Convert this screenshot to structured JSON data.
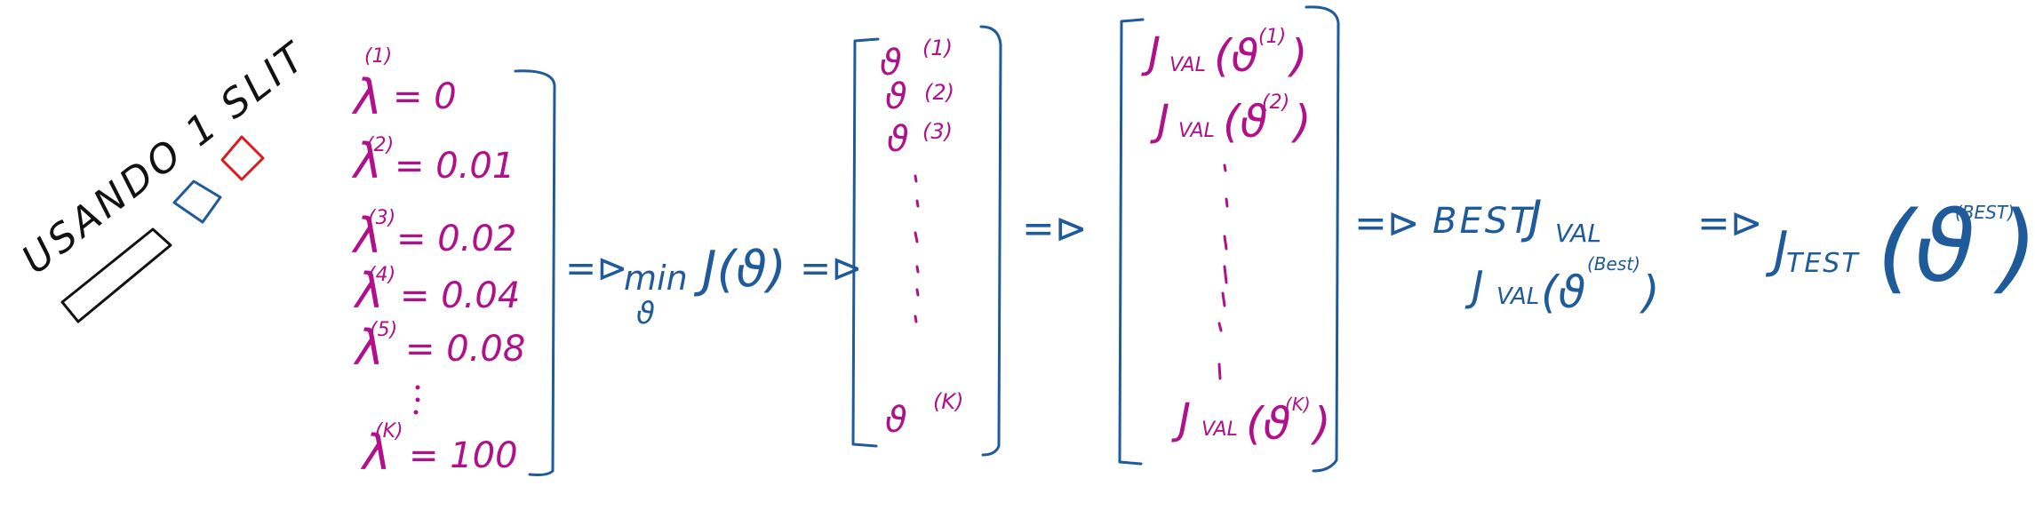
{
  "header": {
    "text": "USANDO 1 SLIT"
  },
  "lambdas": {
    "l1": {
      "sym": "λ",
      "sup": "(1)",
      "val": "= 0"
    },
    "l2": {
      "sym": "λ",
      "sup": "(2)",
      "val": "= 0.01"
    },
    "l3": {
      "sym": "λ",
      "sup": "(3)",
      "val": "= 0.02"
    },
    "l4": {
      "sym": "λ",
      "sup": "(4)",
      "val": "= 0.04"
    },
    "l5": {
      "sym": "λ",
      "sup": "(5)",
      "val": "= 0.08"
    },
    "lk": {
      "sym": "λ",
      "sup": "(K)",
      "val": "= 100"
    }
  },
  "arrow": "=⊳",
  "minimize": {
    "min": "min",
    "var": "ϑ",
    "func": "J(ϑ)"
  },
  "thetas": {
    "t1": {
      "sym": "ϑ",
      "sup": "(1)"
    },
    "t2": {
      "sym": "ϑ",
      "sup": "(2)"
    },
    "t3": {
      "sym": "ϑ",
      "sup": "(3)"
    },
    "tk": {
      "sym": "ϑ",
      "sup": "(K)"
    }
  },
  "jvals": {
    "j1": {
      "fn": "J",
      "sub": "VAL",
      "arg": "(ϑ",
      "sup": "(1)",
      "close": ")"
    },
    "j2": {
      "fn": "J",
      "sub": "VAL",
      "arg": "(ϑ",
      "sup": "(2)",
      "close": ")"
    },
    "jk": {
      "fn": "J",
      "sub": "VAL",
      "arg": "(ϑ",
      "sup": "(K)",
      "close": ")"
    }
  },
  "best": {
    "label": "BEST",
    "fn": "J",
    "sub": "VAL",
    "line2_fn": "J",
    "line2_sub": "VAL",
    "line2_arg": "(ϑ",
    "line2_sup": "(Best)",
    "line2_close": ")"
  },
  "test": {
    "fn": "J",
    "sub": "TEST",
    "arg": "(ϑ",
    "sup": "(BEST)",
    "close": ")"
  },
  "colors": {
    "pink": "#b0108a",
    "blue": "#1f5b9a",
    "black": "#111111",
    "red": "#d61c1c"
  }
}
